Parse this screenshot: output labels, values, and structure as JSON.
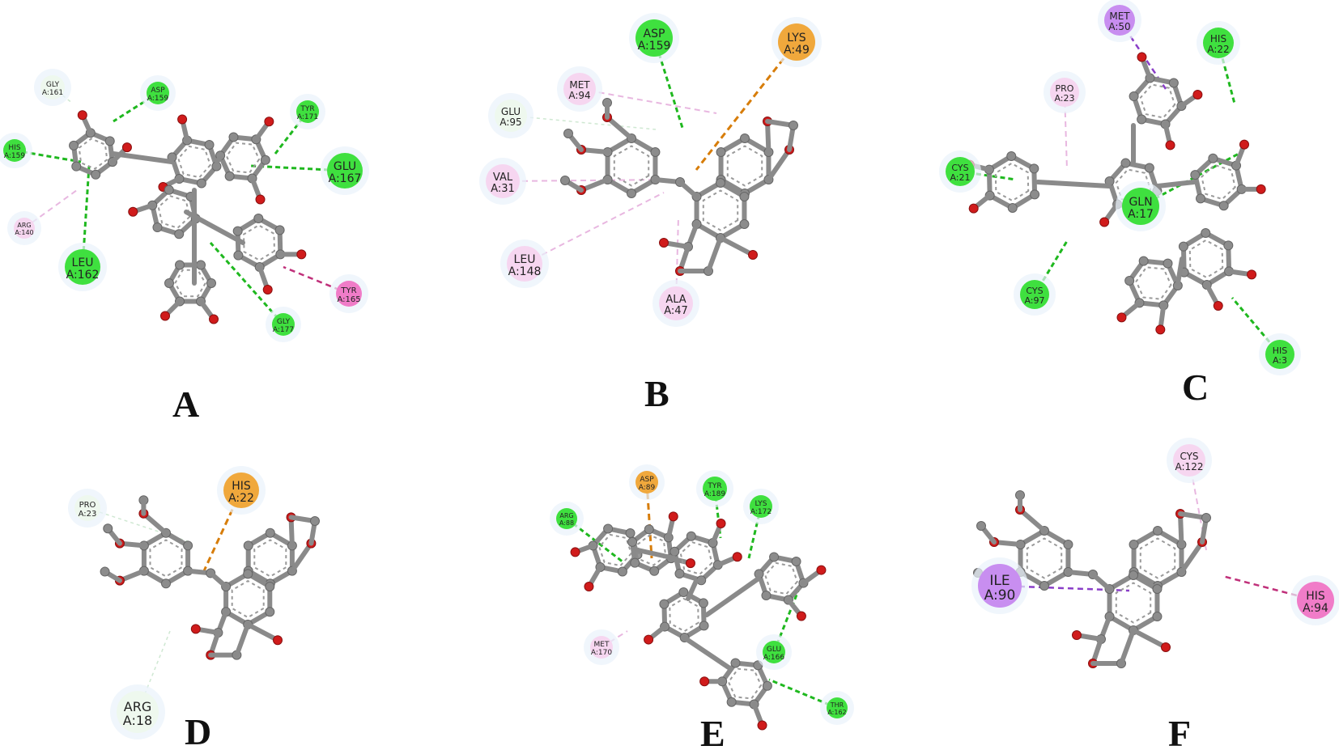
{
  "panels": [
    {
      "label": "A",
      "residues": [
        {
          "name": "GLY",
          "id": "A:161",
          "type": "weak"
        },
        {
          "name": "ASP",
          "id": "A:159",
          "type": "hbond"
        },
        {
          "name": "HIS",
          "id": "A:159",
          "type": "hbond"
        },
        {
          "name": "TYR",
          "id": "A:171",
          "type": "hbond"
        },
        {
          "name": "GLU",
          "id": "A:167",
          "type": "hbond"
        },
        {
          "name": "ARG",
          "id": "A:140",
          "type": "alkyl"
        },
        {
          "name": "LEU",
          "id": "A:162",
          "type": "hbond"
        },
        {
          "name": "TYR",
          "id": "A:165",
          "type": "pi-pi"
        },
        {
          "name": "GLY",
          "id": "A:177",
          "type": "hbond"
        }
      ]
    },
    {
      "label": "B",
      "residues": [
        {
          "name": "ASP",
          "id": "A:159",
          "type": "hbond"
        },
        {
          "name": "LYS",
          "id": "A:49",
          "type": "cation"
        },
        {
          "name": "MET",
          "id": "A:94",
          "type": "alkyl"
        },
        {
          "name": "GLU",
          "id": "A:95",
          "type": "weak"
        },
        {
          "name": "VAL",
          "id": "A:31",
          "type": "alkyl"
        },
        {
          "name": "LEU",
          "id": "A:148",
          "type": "alkyl"
        },
        {
          "name": "ALA",
          "id": "A:47",
          "type": "alkyl"
        }
      ]
    },
    {
      "label": "C",
      "residues": [
        {
          "name": "MET",
          "id": "A:50",
          "type": "sigma"
        },
        {
          "name": "HIS",
          "id": "A:22",
          "type": "hbond"
        },
        {
          "name": "PRO",
          "id": "A:23",
          "type": "alkyl"
        },
        {
          "name": "CYS",
          "id": "A:21",
          "type": "hbond"
        },
        {
          "name": "GLN",
          "id": "A:17",
          "type": "hbond"
        },
        {
          "name": "CYS",
          "id": "A:97",
          "type": "hbond"
        },
        {
          "name": "HIS",
          "id": "A:3",
          "type": "hbond"
        }
      ]
    },
    {
      "label": "D",
      "residues": [
        {
          "name": "HIS",
          "id": "A:22",
          "type": "cation"
        },
        {
          "name": "PRO",
          "id": "A:23",
          "type": "weak"
        },
        {
          "name": "ARG",
          "id": "A:18",
          "type": "weak"
        }
      ]
    },
    {
      "label": "E",
      "residues": [
        {
          "name": "ASP",
          "id": "A:89",
          "type": "cation"
        },
        {
          "name": "TYR",
          "id": "A:189",
          "type": "hbond"
        },
        {
          "name": "LYS",
          "id": "A:172",
          "type": "hbond"
        },
        {
          "name": "ARG",
          "id": "A:88",
          "type": "hbond"
        },
        {
          "name": "MET",
          "id": "A:170",
          "type": "alkyl"
        },
        {
          "name": "GLU",
          "id": "A:166",
          "type": "hbond"
        },
        {
          "name": "THR",
          "id": "A:162",
          "type": "hbond"
        }
      ]
    },
    {
      "label": "F",
      "residues": [
        {
          "name": "CYS",
          "id": "A:122",
          "type": "alkyl"
        },
        {
          "name": "ILE",
          "id": "A:90",
          "type": "sigma"
        },
        {
          "name": "HIS",
          "id": "A:94",
          "type": "pi-pi"
        }
      ]
    }
  ],
  "colors": {
    "hbond": "#3fe03f",
    "cation": "#f0a83c",
    "alkyl": "#f6d6f0",
    "sigma": "#c88ef0",
    "pi-pi": "#f07cc8",
    "weak": "#eef8ee",
    "hbond_line": "#1fb81f",
    "cation_line": "#d77d0a",
    "alkyl_line": "#e8b7e0",
    "sigma_line": "#8a3ec8",
    "pi_line": "#c0307a",
    "weak_line": "#cfe8d2"
  }
}
